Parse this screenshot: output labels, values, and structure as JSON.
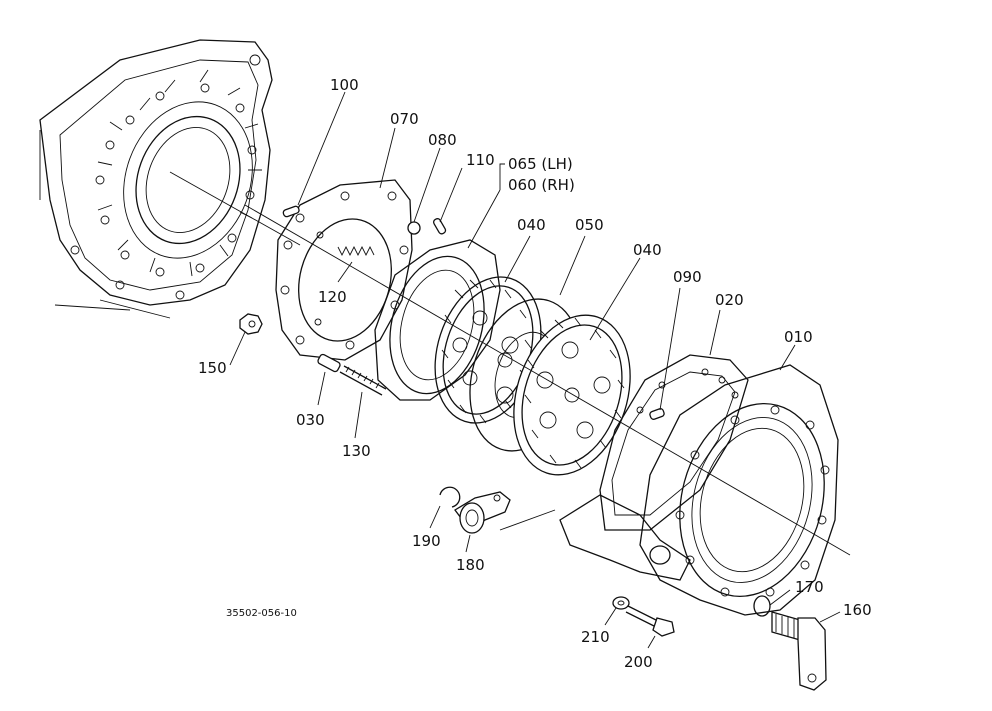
{
  "callouts": {
    "p010": "010",
    "p020": "020",
    "p030": "030",
    "p040a": "040",
    "p040b": "040",
    "p050": "050",
    "p060": "060 (RH)",
    "p065": "065 (LH)",
    "p070": "070",
    "p080": "080",
    "p090": "090",
    "p100": "100",
    "p110": "110",
    "p120": "120",
    "p130": "130",
    "p150": "150",
    "p160": "160",
    "p170": "170",
    "p180": "180",
    "p190": "190",
    "p200": "200",
    "p210": "210"
  },
  "reference_code": "35502-056-10"
}
